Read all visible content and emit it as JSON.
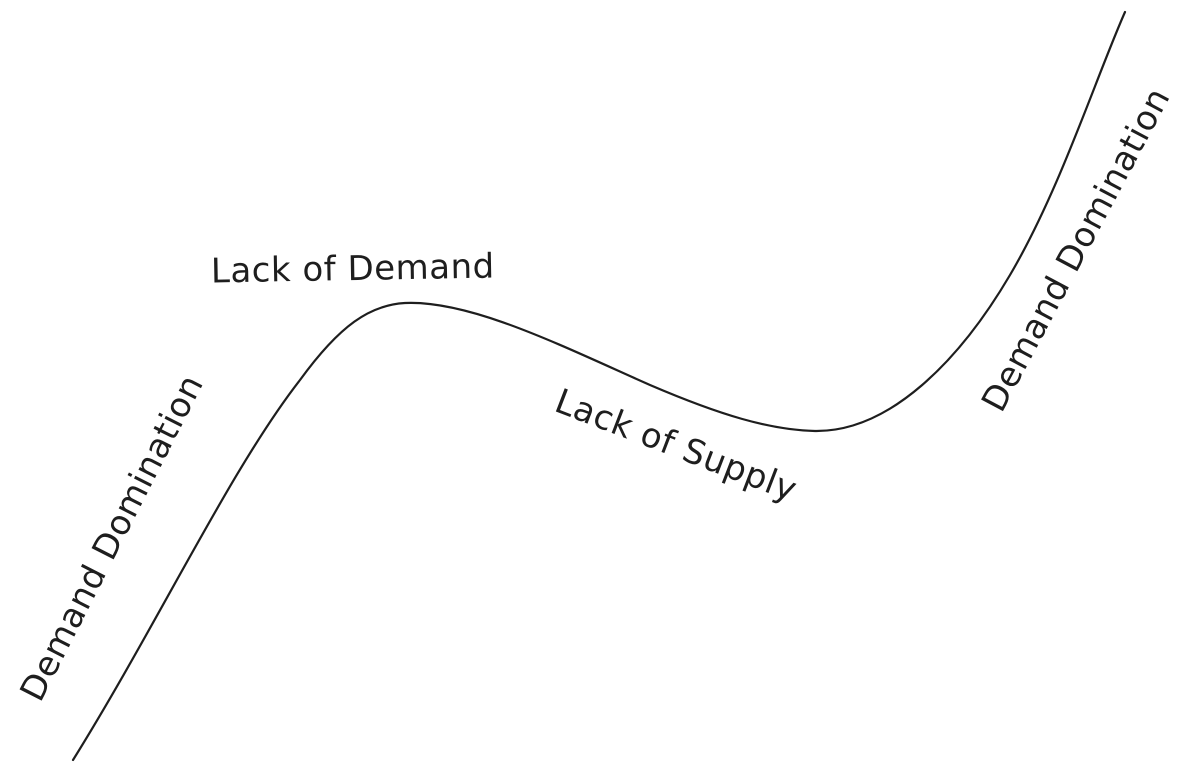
{
  "diagram": {
    "labels": {
      "left_rise": "Demand Domination",
      "peak": "Lack of Demand",
      "trough": "Lack of Supply",
      "right_rise": "Demand Domination"
    },
    "colors": {
      "stroke": "#1e1e1e",
      "background": "#ffffff"
    }
  }
}
